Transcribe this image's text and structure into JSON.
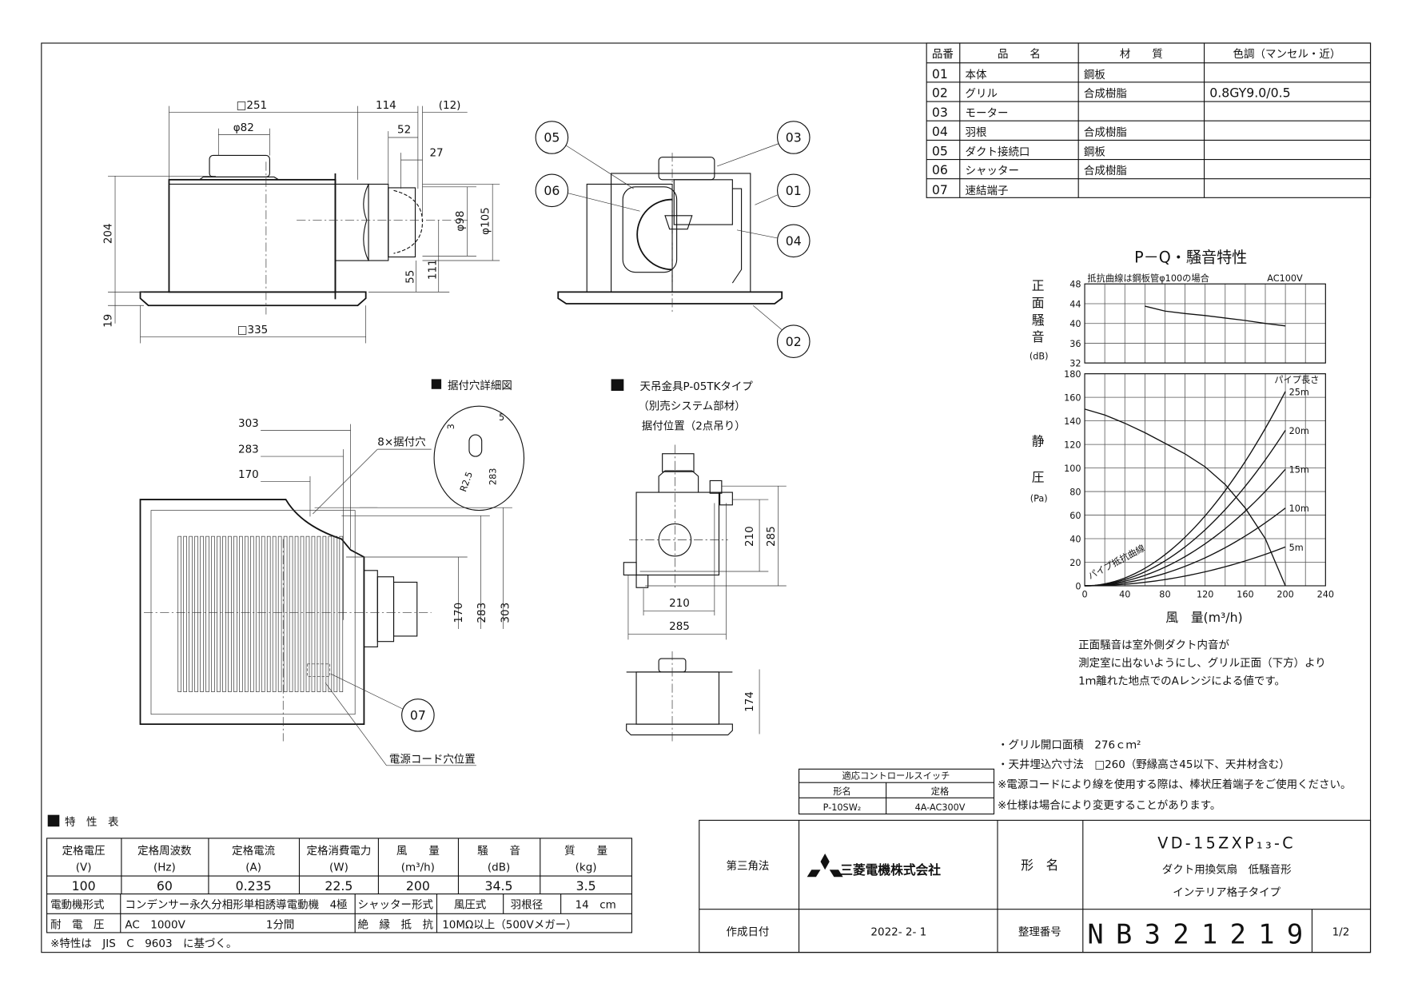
{
  "parts_table": {
    "headers": [
      "品番",
      "品　　名",
      "材　　質",
      "色調（マンセル・近）"
    ],
    "rows": [
      {
        "no": "01",
        "name": "本体",
        "material": "鋼板",
        "color": ""
      },
      {
        "no": "02",
        "name": "グリル",
        "material": "合成樹脂",
        "color": "0.8GY9.0/0.5"
      },
      {
        "no": "03",
        "name": "モーター",
        "material": "",
        "color": ""
      },
      {
        "no": "04",
        "name": "羽根",
        "material": "合成樹脂",
        "color": ""
      },
      {
        "no": "05",
        "name": "ダクト接続口",
        "material": "鋼板",
        "color": ""
      },
      {
        "no": "06",
        "name": "シャッター",
        "material": "合成樹脂",
        "color": ""
      },
      {
        "no": "07",
        "name": "速結端子",
        "material": "",
        "color": ""
      }
    ]
  },
  "side_view": {
    "dims": {
      "w251": "□251",
      "d114": "114",
      "d12": "(12)",
      "phi82": "φ82",
      "d52": "52",
      "d27": "27",
      "h204": "204",
      "h19": "19",
      "w335": "□335",
      "h55": "55",
      "h111": "111",
      "phi98": "φ98",
      "phi105": "φ105"
    }
  },
  "exploded_view": {
    "balloons": [
      "05",
      "03",
      "06",
      "01",
      "04",
      "02"
    ]
  },
  "bottom_view": {
    "dims": {
      "d303": "303",
      "d283": "283",
      "d170": "170"
    },
    "mount_holes_label": "8×据付穴",
    "detail_title": "据付穴詳細図",
    "detail_dims": {
      "d3": "3",
      "d5": "5",
      "r": "R2.5",
      "d283": "283"
    },
    "balloon": "07",
    "cord_label": "電源コード穴位置"
  },
  "hanger_view": {
    "title": "天吊金具P-05TKタイプ",
    "subtitle": "（別売システム部材）",
    "position": "据付位置（2点吊り）",
    "dims": {
      "v210": "210",
      "v285": "285",
      "h210": "210",
      "h285": "285",
      "h174": "174"
    }
  },
  "chart_data": {
    "type": "line",
    "title": "P－Q・騒音特性",
    "note": "抵抗曲線は鋼板管φ100の場合",
    "voltage": "AC100V",
    "xlabel": "風　量(m³/h)",
    "x_ticks": [
      "0",
      "40",
      "80",
      "120",
      "160",
      "200",
      "240"
    ],
    "xlim": [
      0,
      240
    ],
    "grid": true,
    "noise": {
      "ylabel": [
        "正",
        "面",
        "騒",
        "音"
      ],
      "yunit": "(dB)",
      "ylim": [
        32,
        48
      ],
      "y_ticks": [
        "48",
        "44",
        "40",
        "36",
        "32"
      ],
      "x": [
        60,
        80,
        100,
        120,
        140,
        160,
        180,
        200
      ],
      "y": [
        43.5,
        42.5,
        42.0,
        41.6,
        41.1,
        40.6,
        40.0,
        39.5
      ]
    },
    "pressure": {
      "ylabel": [
        "静",
        "圧"
      ],
      "yunit": "(Pa)",
      "ylim": [
        0,
        180
      ],
      "y_ticks": [
        "180",
        "160",
        "140",
        "120",
        "100",
        "80",
        "60",
        "40",
        "20",
        "0"
      ],
      "pq_curve": {
        "x": [
          0,
          20,
          40,
          60,
          80,
          100,
          120,
          140,
          160,
          180,
          200
        ],
        "y": [
          150,
          145,
          138,
          130,
          121,
          112,
          101,
          86,
          66,
          40,
          0
        ]
      },
      "pipe_header": "パイプ長さ",
      "pipe_curve_label": "パイプ抵抗曲線",
      "pipe_curves": [
        {
          "name": "25m",
          "y_at_200": 165
        },
        {
          "name": "20m",
          "y_at_200": 132
        },
        {
          "name": "15m",
          "y_at_200": 99
        },
        {
          "name": "10m",
          "y_at_200": 66
        },
        {
          "name": "5m",
          "y_at_200": 33
        }
      ]
    }
  },
  "chart_note": [
    "正面騒音は室外側ダクト内音が",
    "測定室に出ないようにし、グリル正面（下方）より",
    "1ｍ離れた地点でのAレンジによる値です。"
  ],
  "spec_notes": [
    "・グリル開口面積　276ｃｍ²",
    "・天井埋込穴寸法　□260（野縁高さ45以下、天井材含む）",
    "※電源コードにより線を使用する際は、棒状圧着端子をご使用ください。",
    "※仕様は場合により変更することがあります。"
  ],
  "switch_table": {
    "title": "適応コントロールスイッチ",
    "headers": [
      "形名",
      "定格"
    ],
    "values": [
      "P-10SW₂",
      "4A-AC300V"
    ]
  },
  "spec_table": {
    "title": "特　性　表",
    "headers": [
      [
        "定格電圧",
        "(V)"
      ],
      [
        "定格周波数",
        "(Hz)"
      ],
      [
        "定格電流",
        "(A)"
      ],
      [
        "定格消費電力",
        "(W)"
      ],
      [
        "風　　量",
        "(m³/h)"
      ],
      [
        "騒　　音",
        "(dB)"
      ],
      [
        "質　　量",
        "(kg)"
      ]
    ],
    "values": [
      "100",
      "60",
      "0.235",
      "22.5",
      "200",
      "34.5",
      "3.5"
    ],
    "motor_label": "電動機形式",
    "motor_value": "コンデンサー永久分相形単相誘導電動機　4極",
    "shutter_label": "シャッター形式",
    "shutter_value": "風圧式",
    "blade_label": "羽根径",
    "blade_value": "14　cm",
    "withstand_label": "耐　電　圧",
    "withstand_value": "AC　1000V",
    "withstand_time": "1分間",
    "insulation_label": "絶　縁　抵　抗",
    "insulation_value": "10MΩ以上（500Vメガー）",
    "footnote": "※特性は　JIS　C　9603　に基づく。"
  },
  "title_block": {
    "projection": "第三角法",
    "company": "三菱電機株式会社",
    "model_label": "形　名",
    "model": "VD-15ZXP₁₃-C",
    "desc1": "ダクト用換気扇　低騒音形",
    "desc2": "インテリア格子タイプ",
    "date_label": "作成日付",
    "date": "2022- 2- 1",
    "number_label": "整理番号",
    "number": "NB321219",
    "sheet": "1/2"
  }
}
